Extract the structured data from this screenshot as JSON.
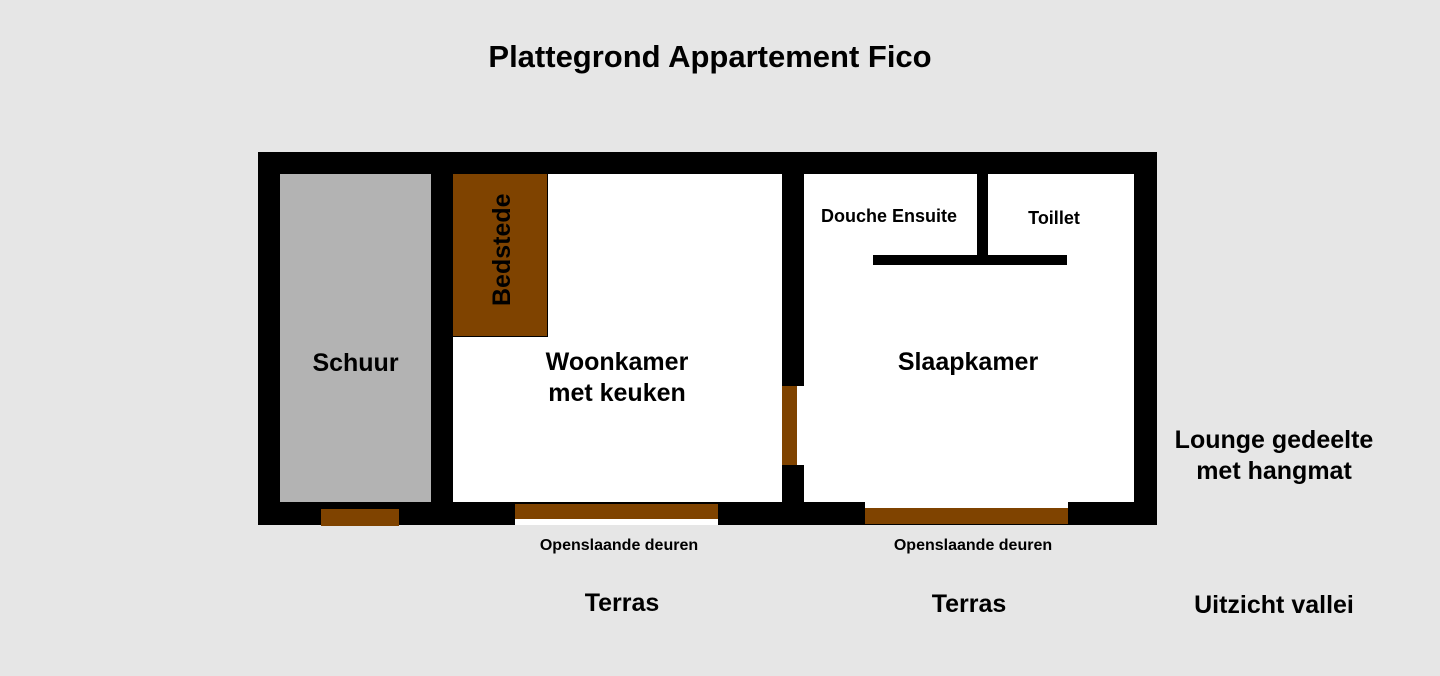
{
  "title": "Plattegrond Appartement Fico",
  "rooms": {
    "schuur": "Schuur",
    "bedstede": "Bedstede",
    "woonkamer_line1": "Woonkamer",
    "woonkamer_line2": "met keuken",
    "douche": "Douche Ensuite",
    "toilet": "Toillet",
    "slaapkamer": "Slaapkamer"
  },
  "outside": {
    "doors_left": "Openslaande deuren",
    "doors_right": "Openslaande deuren",
    "terras_left": "Terras",
    "terras_right": "Terras",
    "lounge_line1": "Lounge gedeelte",
    "lounge_line2": "met hangmat",
    "view": "Uitzicht vallei"
  },
  "colors": {
    "wall": "#000000",
    "door": "#7f4300",
    "shed": "#b3b3b3",
    "room": "#ffffff",
    "background": "#e6e6e6"
  }
}
